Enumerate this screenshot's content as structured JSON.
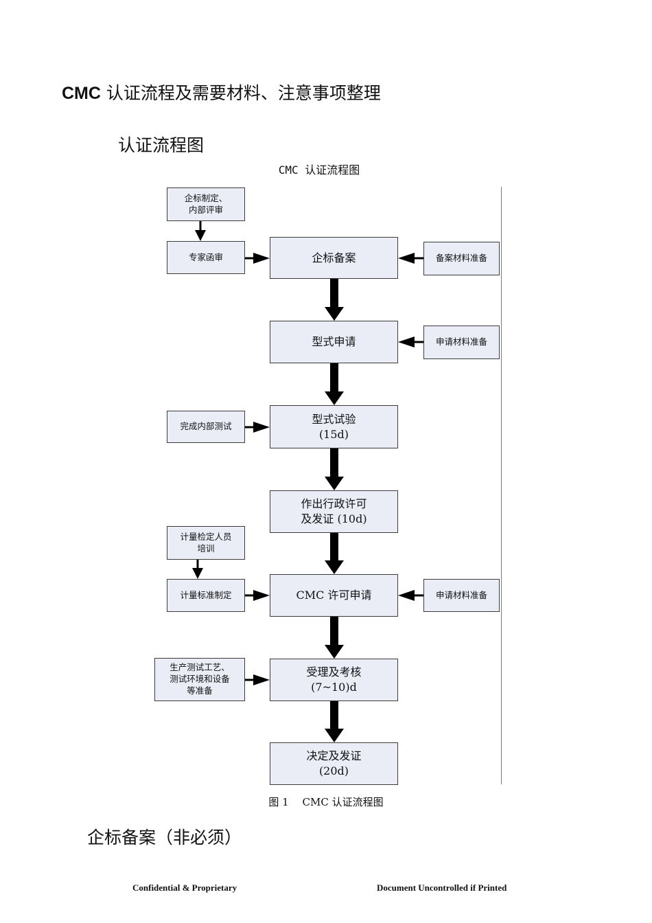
{
  "document": {
    "title_prefix": "CMC",
    "title_rest": " 认证流程及需要材料、注意事项整理",
    "section_flow": "认证流程图",
    "figure_header": "CMC 认证流程图",
    "figure_caption": "图 1　 CMC 认证流程图",
    "section_next": "企标备案（非必须）"
  },
  "flowchart": {
    "main_steps": [
      [
        "企标备案"
      ],
      [
        "型式申请"
      ],
      [
        "型式试验",
        "(15d)"
      ],
      [
        "作出行政许可",
        "及发证 (10d)"
      ],
      [
        "CMC 许可申请"
      ],
      [
        "受理及考核",
        "(7~10)d"
      ],
      [
        "决定及发证",
        "(20d)"
      ]
    ],
    "left_inputs": [
      [
        "企标制定、",
        "内部评审"
      ],
      [
        "专家函审"
      ],
      [
        "完成内部测试"
      ],
      [
        "计量检定人员",
        "培训"
      ],
      [
        "计量标准制定"
      ],
      [
        "生产测试工艺、",
        "测试环境和设备",
        "等准备"
      ]
    ],
    "right_inputs": [
      [
        "备案材料准备"
      ],
      [
        "申请材料准备"
      ],
      [
        "申请材料准备"
      ]
    ]
  },
  "footer": {
    "left": "Confidential & Proprietary",
    "right": "Document Uncontrolled if Printed"
  }
}
